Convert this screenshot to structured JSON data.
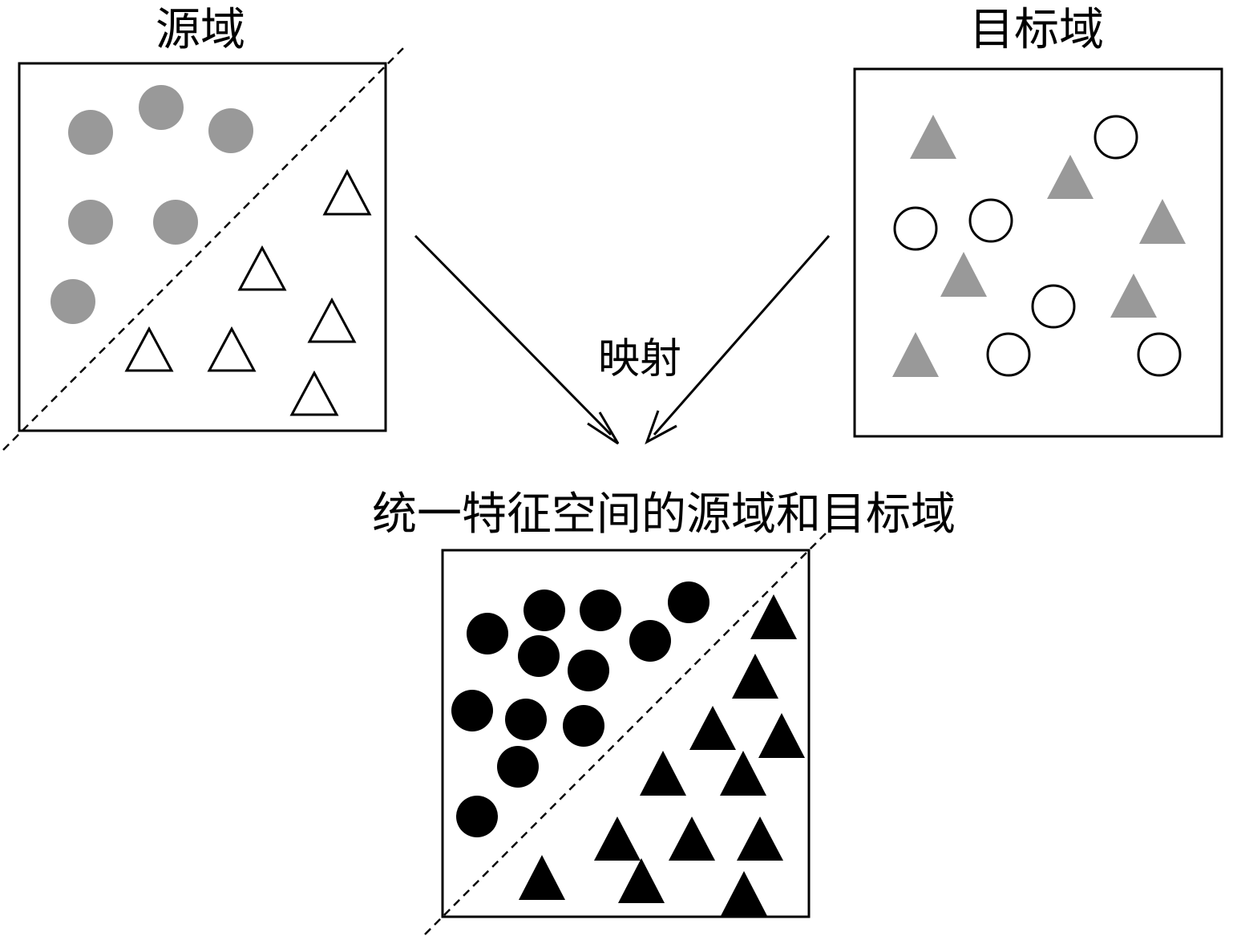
{
  "labels": {
    "source_title": "源域",
    "target_title": "目标域",
    "mapping_label": "映射",
    "unified_title": "统一特征空间的源域和目标域"
  },
  "colors": {
    "stroke": "#000000",
    "gray_fill": "#999999",
    "black_fill": "#000000",
    "white_fill": "#ffffff"
  },
  "legend_semantics": {
    "source_panel": {
      "circles": "gray filled",
      "triangles": "white outlined"
    },
    "target_panel": {
      "circles": "white outlined",
      "triangles": "gray filled"
    },
    "unified_panel": {
      "circles": "black filled",
      "triangles": "black filled"
    }
  }
}
